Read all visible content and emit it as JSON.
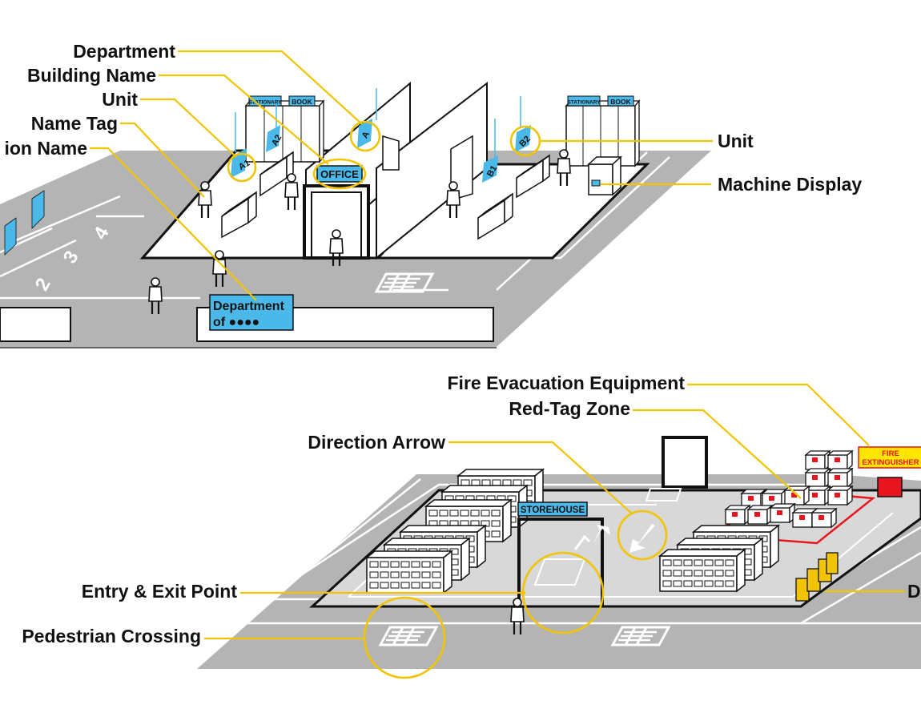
{
  "office_diagram": {
    "callouts": {
      "department": "Department",
      "building_name": "Building Name",
      "unit_left": "Unit",
      "name_tag": "Name Tag",
      "location_name": "ion Name",
      "unit_right": "Unit",
      "machine_display": "Machine Display"
    },
    "signs": {
      "office": "OFFICE",
      "shelf_left": [
        "STATIONARY",
        "BOOK"
      ],
      "shelf_right": [
        "STATIONARY",
        "BOOK"
      ],
      "unit_flags": [
        "A1",
        "A2",
        "A",
        "B1",
        "B2"
      ],
      "parking_numbers": [
        "2",
        "3",
        "4"
      ],
      "dept_sign_line1": "Department",
      "dept_sign_line2": "of ●●●●"
    }
  },
  "storehouse_diagram": {
    "callouts": {
      "fire_equipment": "Fire Evacuation Equipment",
      "red_tag_zone": "Red-Tag Zone",
      "direction_arrow": "Direction Arrow",
      "entry_exit": "Entry & Exit Point",
      "pedestrian_crossing": "Pedestrian Crossing",
      "right_cut": "D"
    },
    "signs": {
      "storehouse": "STOREHOUSE",
      "fire_line1": "FIRE",
      "fire_line2": "EXTINGUISHER"
    }
  },
  "colors": {
    "callout": "#f2c400",
    "sign_blue": "#4ab8e8",
    "floor_gray": "#b4b4b4",
    "fire_red": "#e8141e",
    "fire_sign_yellow": "#ffe600"
  }
}
